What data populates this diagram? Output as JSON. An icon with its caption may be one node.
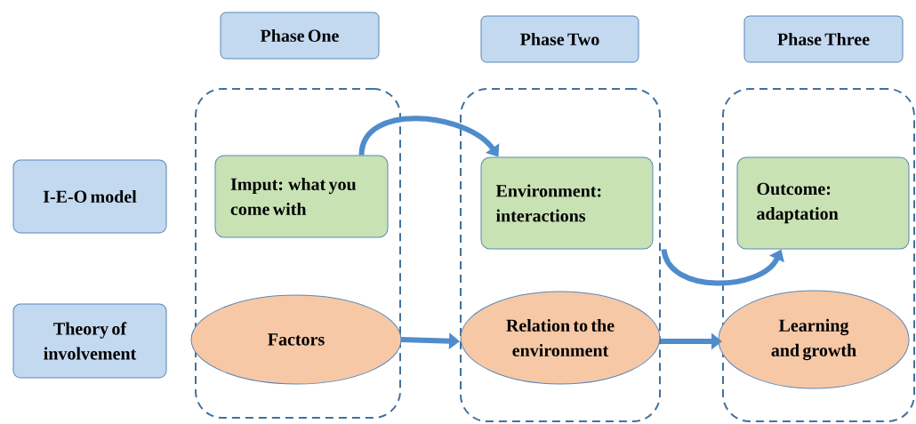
{
  "diagram": {
    "nodes": [
      {
        "text": [
          "Phase One"
        ]
      },
      {
        "text": [
          "Phase Two"
        ]
      },
      {
        "text": [
          "Phase Three"
        ]
      },
      {
        "text": [
          "I-E-O model"
        ]
      },
      {
        "text": [
          "Theory of involvement"
        ]
      },
      {
        "text": [],
        "shape": "box"
      },
      {
        "text": [
          "Imput: what you come with"
        ],
        "in": 5
      },
      {
        "text": [
          "Factors"
        ],
        "in": 5
      },
      {
        "text": [],
        "shape": "box"
      },
      {
        "text": [
          "Environment: interactions"
        ],
        "in": 8
      },
      {
        "text": [
          "Relation to the environment"
        ],
        "in": 8
      },
      {
        "text": [],
        "shape": "box"
      },
      {
        "text": [
          "Outcome: adaptation"
        ],
        "in": 11
      },
      {
        "text": [
          "Learning and growth"
        ],
        "in": 11
      }
    ],
    "edges": [
      {
        "from": 6,
        "to": 9,
        "arrow": "to"
      },
      {
        "from": 9,
        "to": 12,
        "arrow": "to"
      },
      {
        "from": 5,
        "to": 8,
        "arrow": "to"
      },
      {
        "from": 8,
        "to": 11,
        "arrow": "to"
      }
    ]
  }
}
